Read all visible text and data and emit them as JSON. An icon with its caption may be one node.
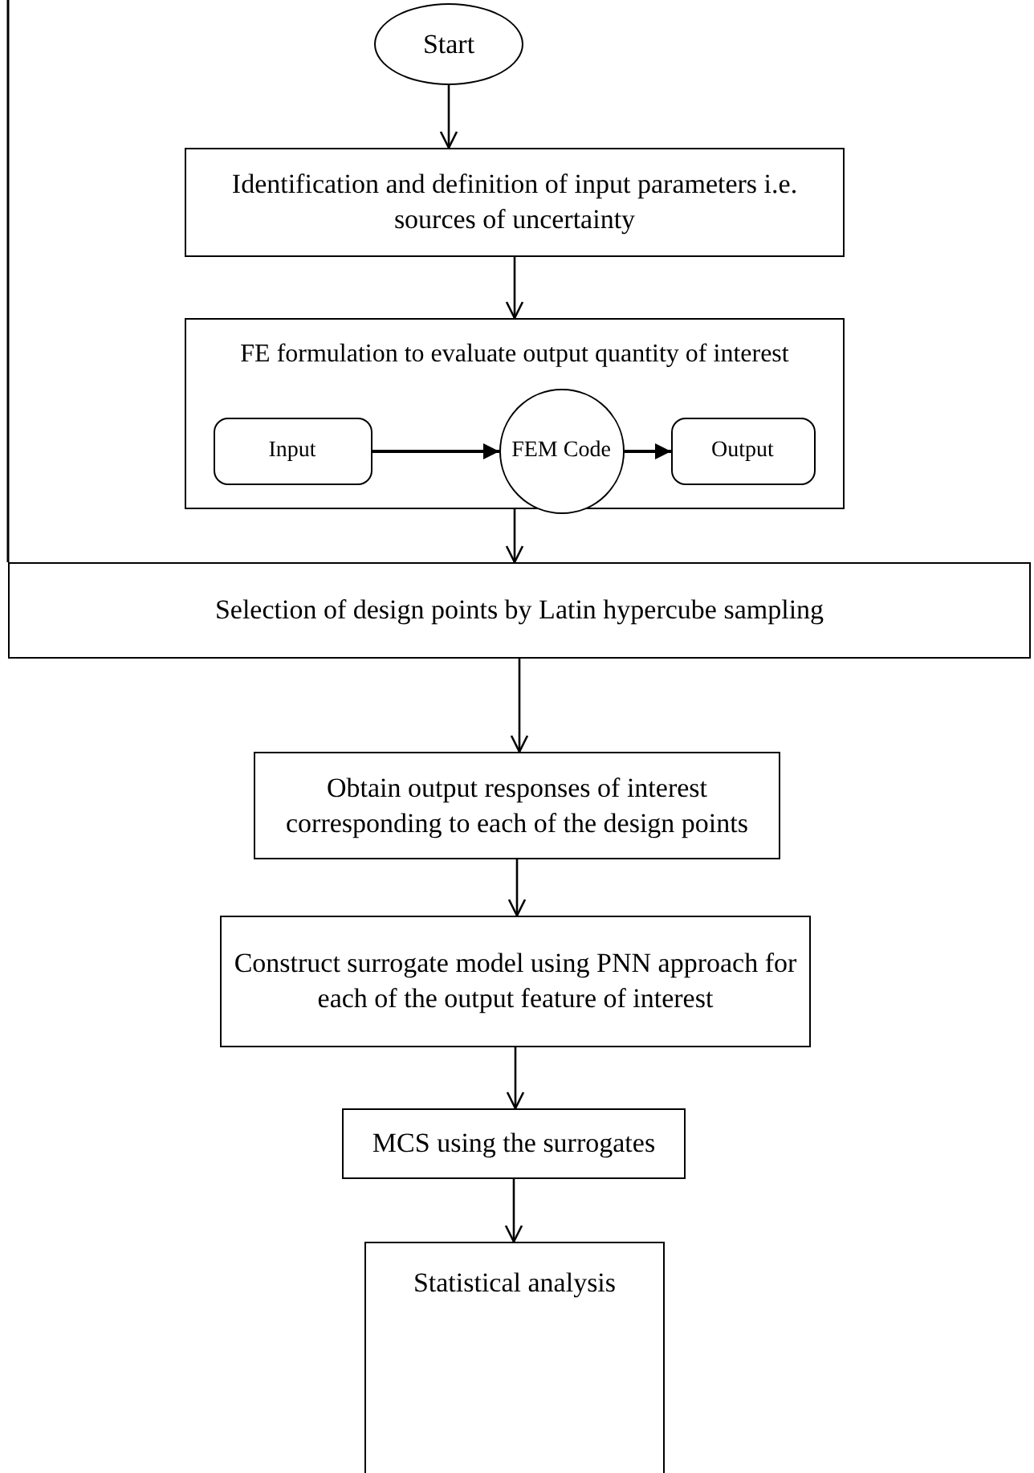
{
  "diagram": {
    "nodes": [
      {
        "text": [
          "Start"
        ]
      },
      {
        "text": [
          "Identification and definition of input parameters i.e. sources of uncertainty"
        ]
      },
      {
        "text": [
          "FE formulation to evaluate output quantity of interest"
        ]
      },
      {
        "text": [
          "Input"
        ],
        "in": 2
      },
      {
        "text": [
          "FEM Code"
        ],
        "in": 2
      },
      {
        "text": [
          "Output"
        ],
        "in": 2
      },
      {
        "text": [
          "Selection of design points by Latin hypercube sampling"
        ]
      },
      {
        "text": [
          "Obtain output responses of interest corresponding to each of the design points"
        ]
      },
      {
        "text": [
          "Construct surrogate model using PNN approach for each of the output feature of interest"
        ]
      },
      {
        "text": [
          "MCS using the surrogates"
        ]
      },
      {
        "text": [
          "Statistical analysis"
        ]
      }
    ],
    "edges": [
      {
        "from": 0,
        "to": 1,
        "arrow": "to"
      },
      {
        "from": 1,
        "to": 2,
        "arrow": "to"
      },
      {
        "from": 3,
        "to": 4,
        "arrow": "to"
      },
      {
        "from": 4,
        "to": 5,
        "arrow": "to"
      },
      {
        "from": 2,
        "to": 6,
        "arrow": "to"
      },
      {
        "from": 6,
        "to": 7,
        "arrow": "to"
      },
      {
        "from": 7,
        "to": 8,
        "arrow": "to"
      },
      {
        "from": 8,
        "to": 9,
        "arrow": "to"
      },
      {
        "from": 9,
        "to": 10,
        "arrow": "to"
      }
    ]
  }
}
